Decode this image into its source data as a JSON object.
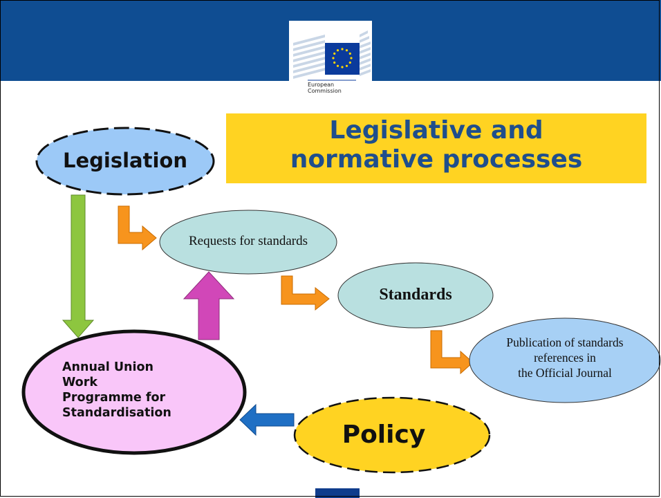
{
  "logo": {
    "line1": "European",
    "line2": "Commission"
  },
  "title": {
    "line1": "Legislative and",
    "line2": "normative processes"
  },
  "nodes": {
    "legislation": "Legislation",
    "requests": "Requests for standards",
    "standards": "Standards",
    "publication": {
      "line1": "Publication of standards",
      "line2": "references in",
      "line3": "the Official Journal"
    },
    "programme": {
      "line1": "Annual Union",
      "line2": "Work",
      "line3": "Programme for",
      "line4": "Standardisation"
    },
    "policy": "Policy"
  },
  "colors": {
    "band": "#0f4d92",
    "title_bg": "#ffd322",
    "title_text": "#1f4e8c",
    "legislation_fill": "#9cc9f7",
    "teal_fill": "#b9e0e0",
    "publication_fill": "#a7d0f5",
    "programme_fill": "#f9c6f9",
    "policy_fill": "#ffd322",
    "arrow_orange": "#f7941d",
    "arrow_green": "#8dc63f",
    "arrow_magenta": "#d147b8",
    "arrow_blue": "#1f6fc4"
  }
}
